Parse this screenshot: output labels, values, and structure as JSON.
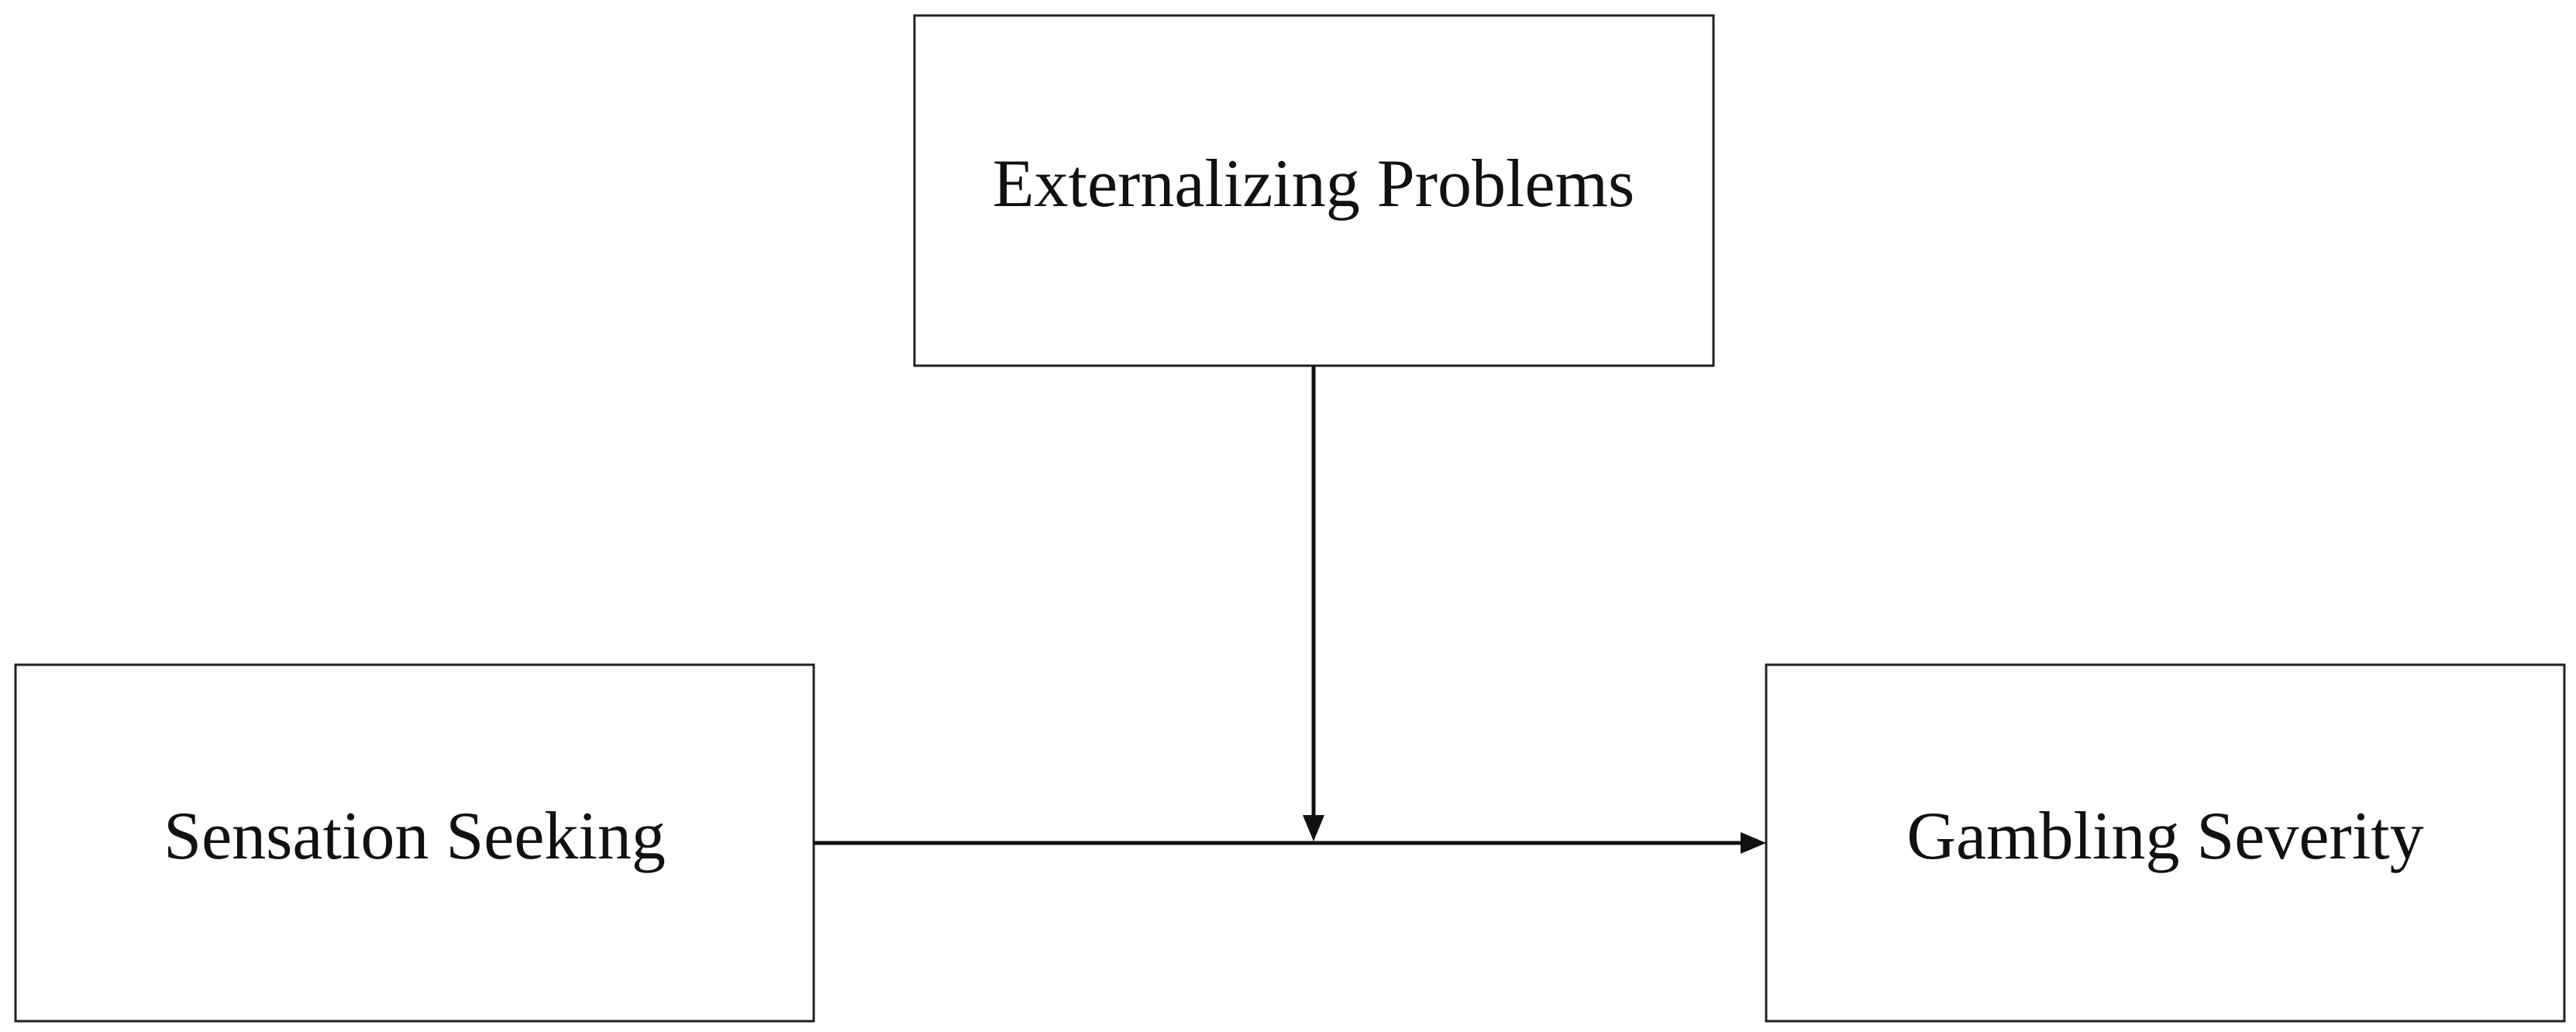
{
  "diagram": {
    "nodes": {
      "moderator": {
        "label": "Externalizing Problems"
      },
      "predictor": {
        "label": "Sensation Seeking"
      },
      "outcome": {
        "label": "Gambling Severity"
      }
    },
    "edges": [
      {
        "from": "predictor",
        "to": "outcome"
      },
      {
        "from": "moderator",
        "to": "predictor-outcome-path"
      }
    ]
  }
}
